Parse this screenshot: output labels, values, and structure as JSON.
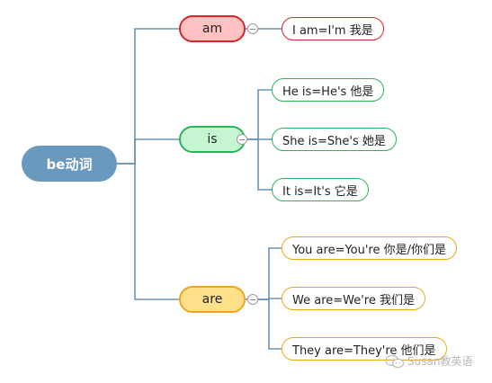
{
  "root": {
    "label": "be动词",
    "color": "#6a99be"
  },
  "branches": [
    {
      "label": "am",
      "fill": "#ffc1c1",
      "stroke": "#d6262b",
      "leaf_stroke": "#d6262b",
      "leaves": [
        "I am=I'm 我是"
      ]
    },
    {
      "label": "is",
      "fill": "#c6f5d2",
      "stroke": "#2db35a",
      "leaf_stroke": "#2db35a",
      "leaves": [
        "He is=He's 他是",
        "She is=She's 她是",
        "It is=It's 它是"
      ]
    },
    {
      "label": "are",
      "fill": "#ffe08a",
      "stroke": "#efa421",
      "leaf_stroke": "#efa421",
      "leaves": [
        "You are=You're 你是/你们是",
        "We are=We're 我们是",
        "They are=They're 他们是"
      ]
    }
  ],
  "connector_color": "#6a93b5",
  "watermark": {
    "text": "Susan教英语",
    "icon": "wechat-icon"
  }
}
